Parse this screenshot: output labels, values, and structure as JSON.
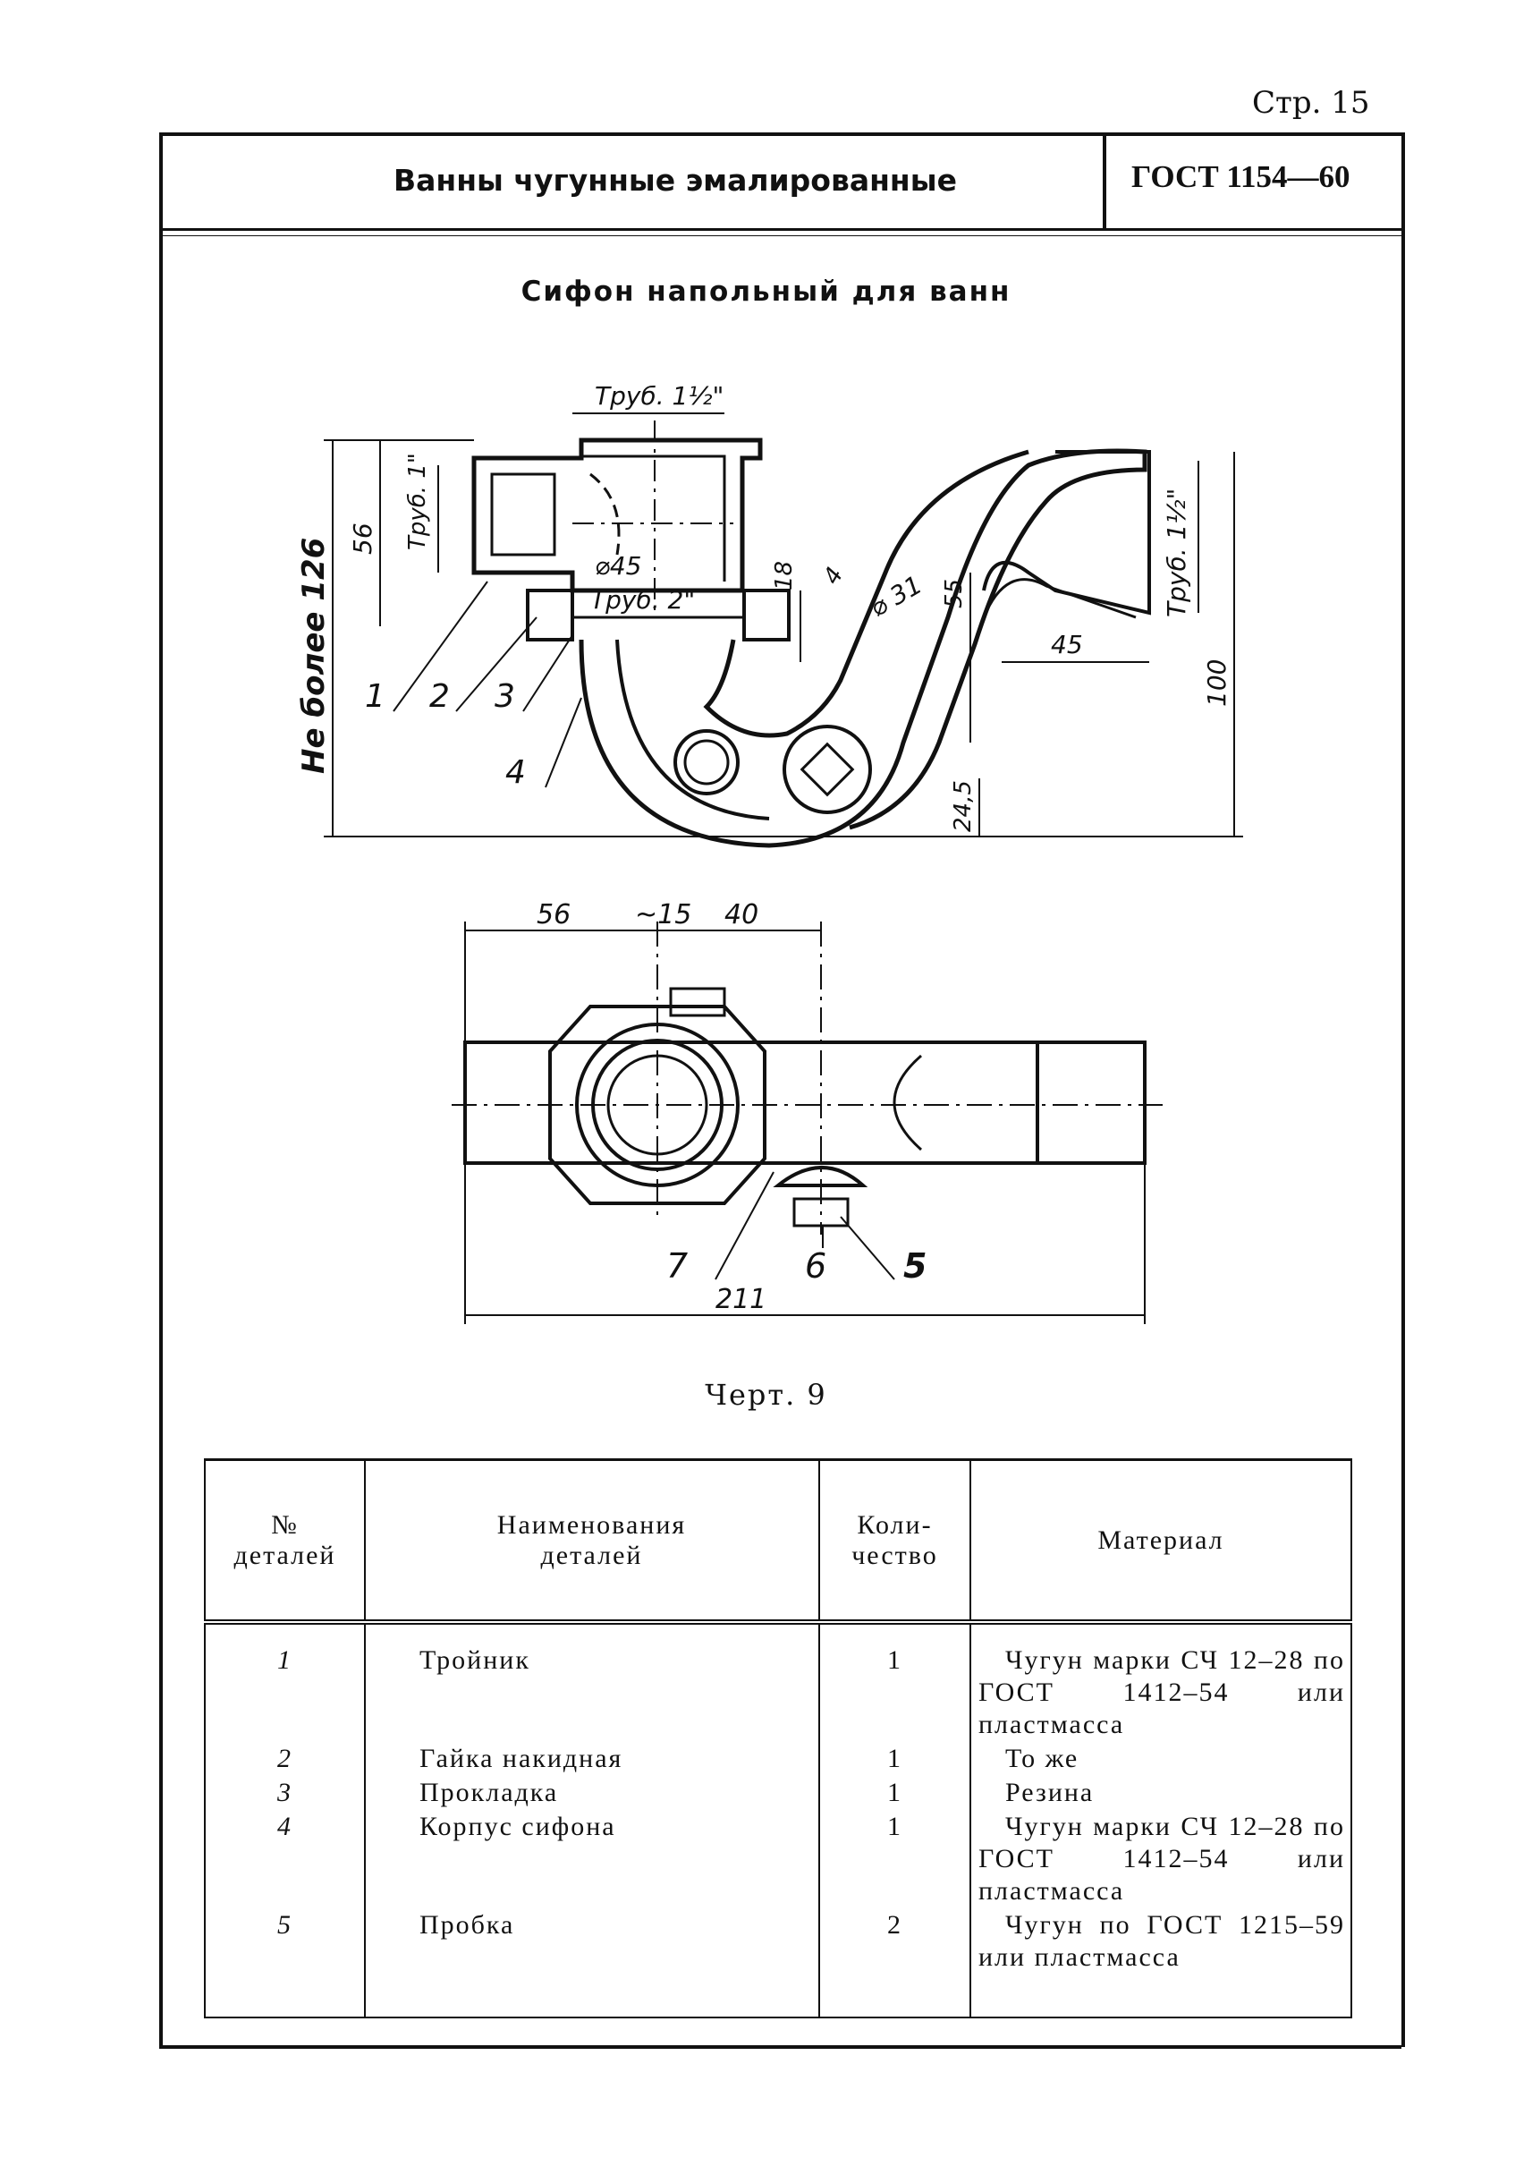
{
  "header": {
    "page_number": "Стр. 15",
    "title": "Ванны чугунные эмалированные",
    "standard": "ГОСТ 1154—60"
  },
  "heading": "Сифон напольный для ванн",
  "drawing": {
    "side_view": {
      "labels": {
        "pipe_1_5_top": "Труб. 1½\"",
        "pipe_1": "Труб. 1\"",
        "pipe_2": "Труб. 2\"",
        "diam_45": "⌀45",
        "diam_31": "⌀ 31",
        "pipe_1_5_right": "Труб. 1½\"",
        "not_more_126": "Не более 126"
      },
      "dimensions": {
        "d56": "56",
        "d18": "18",
        "d4": "4",
        "d55": "55",
        "d45": "45",
        "d100": "100",
        "d24_5": "24,5"
      },
      "callouts": [
        "1",
        "2",
        "3",
        "4"
      ]
    },
    "top_view": {
      "dimensions": {
        "d56": "56",
        "d15": "~15",
        "d40": "40",
        "d211": "211"
      },
      "callouts": [
        "7",
        "6",
        "5"
      ]
    }
  },
  "caption": "Черт. 9",
  "parts_table": {
    "headers": {
      "number": [
        "№",
        "деталей"
      ],
      "name": [
        "Наименования",
        "деталей"
      ],
      "quantity": [
        "Коли-",
        "чество"
      ],
      "material": "Материал"
    },
    "rows": [
      {
        "number": "1",
        "name": "Тройник",
        "quantity": "1",
        "material": "Чугун марки СЧ 12–28 по ГОСТ 1412–54 или пластмасса"
      },
      {
        "number": "2",
        "name": "Гайка накидная",
        "quantity": "1",
        "material": "То же"
      },
      {
        "number": "3",
        "name": "Прокладка",
        "quantity": "1",
        "material": "Резина"
      },
      {
        "number": "4",
        "name": "Корпус сифона",
        "quantity": "1",
        "material": "Чугун марки СЧ 12–28 по ГОСТ 1412–54 или пластмасса"
      },
      {
        "number": "5",
        "name": "Пробка",
        "quantity": "2",
        "material": "Чугун по ГОСТ 1215–59 или пластмасса"
      }
    ]
  }
}
